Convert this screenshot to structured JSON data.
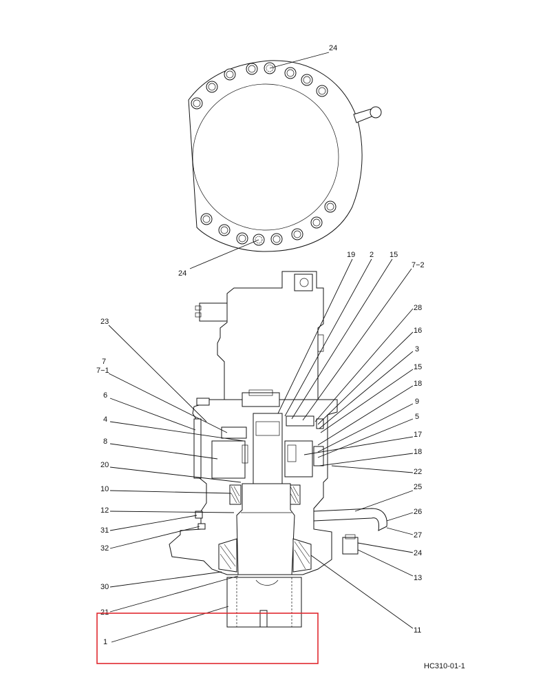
{
  "drawing_code": "HC310-01-1",
  "highlight_color": "#e0282e",
  "callouts": [
    {
      "id": "c-24-top",
      "text": "24"
    },
    {
      "id": "c-24-mid",
      "text": "24"
    },
    {
      "id": "c-19",
      "text": "19"
    },
    {
      "id": "c-2",
      "text": "2"
    },
    {
      "id": "c-15a",
      "text": "15"
    },
    {
      "id": "c-7-2",
      "text": "7−2"
    },
    {
      "id": "c-28",
      "text": "28"
    },
    {
      "id": "c-16",
      "text": "16"
    },
    {
      "id": "c-3",
      "text": "3"
    },
    {
      "id": "c-15b",
      "text": "15"
    },
    {
      "id": "c-18a",
      "text": "18"
    },
    {
      "id": "c-9",
      "text": "9"
    },
    {
      "id": "c-5",
      "text": "5"
    },
    {
      "id": "c-17",
      "text": "17"
    },
    {
      "id": "c-18b",
      "text": "18"
    },
    {
      "id": "c-22",
      "text": "22"
    },
    {
      "id": "c-25",
      "text": "25"
    },
    {
      "id": "c-26",
      "text": "26"
    },
    {
      "id": "c-27",
      "text": "27"
    },
    {
      "id": "c-24-right",
      "text": "24"
    },
    {
      "id": "c-13",
      "text": "13"
    },
    {
      "id": "c-11",
      "text": "11"
    },
    {
      "id": "c-23",
      "text": "23"
    },
    {
      "id": "c-7",
      "text": "7"
    },
    {
      "id": "c-7-1",
      "text": "7−1"
    },
    {
      "id": "c-6",
      "text": "6"
    },
    {
      "id": "c-4",
      "text": "4"
    },
    {
      "id": "c-8",
      "text": "8"
    },
    {
      "id": "c-20",
      "text": "20"
    },
    {
      "id": "c-10",
      "text": "10"
    },
    {
      "id": "c-12",
      "text": "12"
    },
    {
      "id": "c-31",
      "text": "31"
    },
    {
      "id": "c-32",
      "text": "32"
    },
    {
      "id": "c-30",
      "text": "30"
    },
    {
      "id": "c-21",
      "text": "21"
    },
    {
      "id": "c-1",
      "text": "1"
    }
  ]
}
